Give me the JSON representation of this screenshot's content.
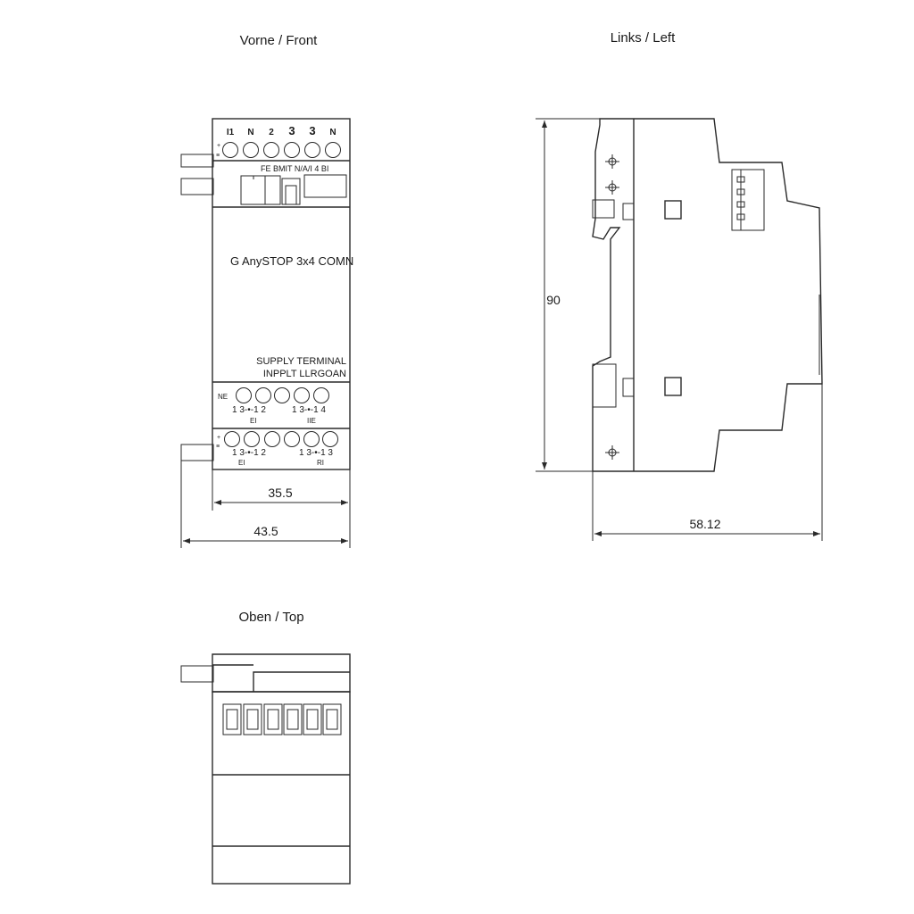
{
  "views": {
    "front": {
      "title": "Vorne / Front",
      "top_terminal_labels": [
        "I1",
        "N",
        "2",
        "3",
        "3",
        "N"
      ],
      "top_strip_text": "FE BMIT N/A/I 4 BI",
      "product_name": "G AnySTOP 3x4 COMN",
      "supply_line1": "SUPPLY TERMINAL",
      "supply_line2": "INPPLT LLRGOAN",
      "mid_row_text_left": "1 3-•-1 2",
      "mid_row_text_right": "1 3-•-1 4",
      "mid_row_sub_left": "EI",
      "mid_row_sub_right": "IIE",
      "mid_row_prefix": "NE",
      "bottom_row_text_left": "1 3-•-1 2",
      "bottom_row_text_right": "1 3-•-1 3",
      "bottom_row_sub_left": "EI",
      "bottom_row_sub_right": "RI",
      "dimension_inner": "35.5",
      "dimension_outer": "43.5"
    },
    "left": {
      "title": "Links / Left",
      "dimension_height": "90",
      "dimension_depth": "58.12"
    },
    "top": {
      "title": "Oben / Top"
    }
  }
}
